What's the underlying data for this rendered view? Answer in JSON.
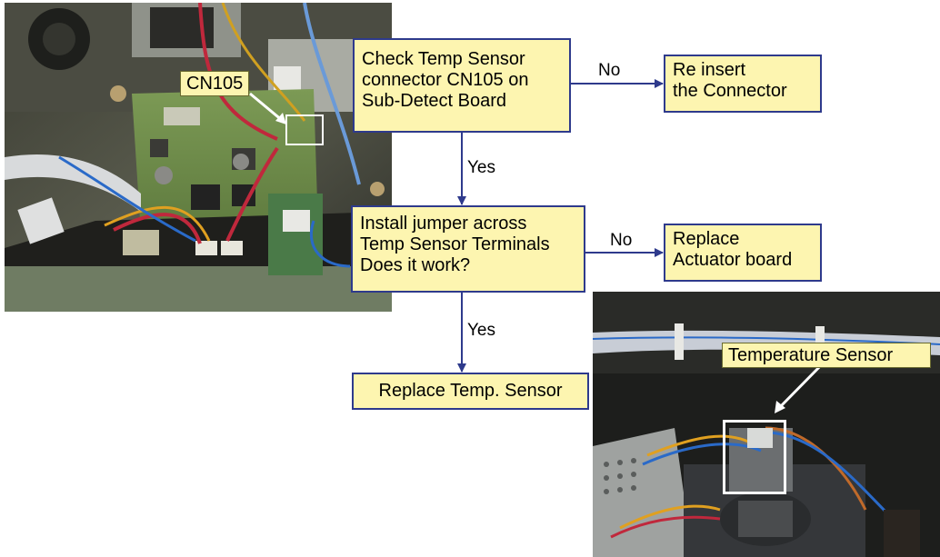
{
  "flow": {
    "check_connector": [
      "Check Temp Sensor",
      "connector CN105 on",
      "Sub-Detect Board"
    ],
    "reinsert": [
      "Re insert",
      "the Connector"
    ],
    "install_jumper": [
      "Install jumper across",
      "Temp Sensor Terminals",
      "Does it work?"
    ],
    "replace_actuator": [
      "Replace",
      "Actuator board"
    ],
    "replace_sensor": "Replace Temp. Sensor"
  },
  "edges": {
    "no_1": "No",
    "yes_1": "Yes",
    "no_2": "No",
    "yes_2": "Yes"
  },
  "photos": {
    "board_callout": "CN105",
    "sensor_callout": "Temperature Sensor"
  },
  "colors": {
    "box_fill": "#fdf5b0",
    "box_border": "#2e3a8c",
    "arrow": "#2e3a8c",
    "highlight": "#ffffff"
  }
}
